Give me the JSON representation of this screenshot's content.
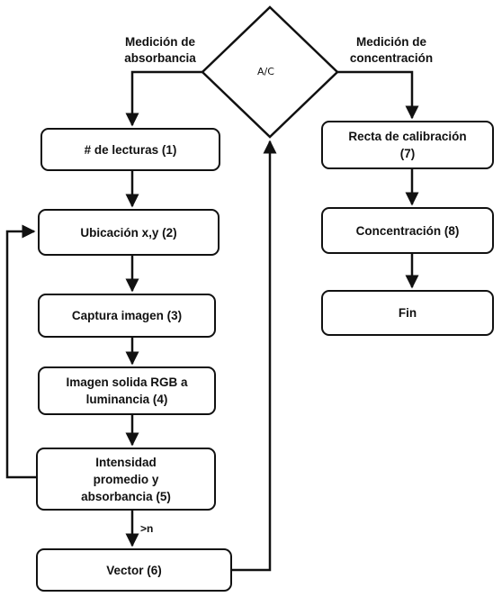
{
  "decision": {
    "text": "A/C"
  },
  "branches": {
    "left": [
      "Medición de",
      "absorbancia"
    ],
    "right": [
      "Medición de",
      "concentración"
    ],
    "loop_exit": ">n"
  },
  "left_steps": [
    {
      "id": "n1",
      "lines": [
        "# de lecturas (1)"
      ]
    },
    {
      "id": "n2",
      "lines": [
        "Ubicación x,y (2)"
      ]
    },
    {
      "id": "n3",
      "lines": [
        "Captura imagen (3)"
      ]
    },
    {
      "id": "n4",
      "lines": [
        "Imagen solida RGB a",
        "luminancia (4)"
      ]
    },
    {
      "id": "n5",
      "lines": [
        "Intensidad",
        "promedio y",
        "absorbancia (5)"
      ]
    },
    {
      "id": "n6",
      "lines": [
        "Vector (6)"
      ]
    }
  ],
  "right_steps": [
    {
      "id": "n7",
      "lines": [
        "Recta de calibración",
        "(7)"
      ]
    },
    {
      "id": "n8",
      "lines": [
        "Concentración (8)"
      ]
    },
    {
      "id": "n9",
      "lines": [
        "Fin"
      ]
    }
  ]
}
